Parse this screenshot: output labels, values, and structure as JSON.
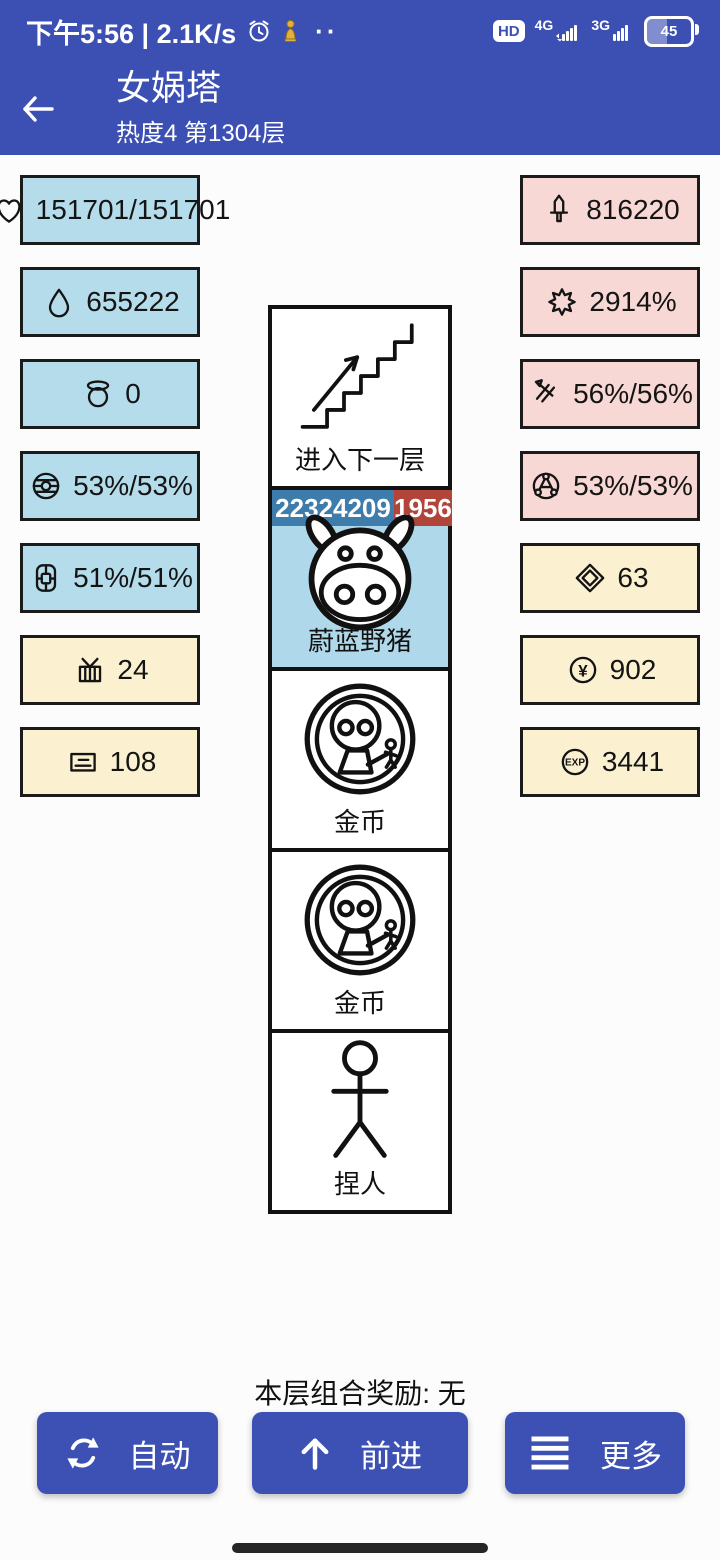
{
  "colors": {
    "blue": "#3C50B4",
    "btn-blue": "#3D51B5",
    "box-blue": "#B5DCEB",
    "box-pink": "#F8D8D5",
    "box-yellow": "#FBF1D1",
    "cell-blue": "#AFD9EA",
    "badge-blue": "#3E7CAB",
    "badge-red": "#B2453A"
  },
  "status_bar": {
    "time": "下午5:56 | 2.1K/s",
    "dots": "··",
    "hd_label": "HD",
    "net1_label": "4G",
    "net2_label": "3G",
    "battery_percent": "45"
  },
  "header": {
    "title": "女娲塔",
    "subtitle": "热度4 第1304层"
  },
  "left_stats": [
    {
      "icon": "heart-icon",
      "value": "151701/151701"
    },
    {
      "icon": "droplet-icon",
      "value": "655222"
    },
    {
      "icon": "halo-head-icon",
      "value": "0"
    },
    {
      "icon": "pokeball-icon",
      "value": "53%/53%"
    },
    {
      "icon": "armor-icon",
      "value": "51%/51%"
    },
    {
      "icon": "gift-icon",
      "value": "24"
    },
    {
      "icon": "card-icon",
      "value": "108"
    }
  ],
  "right_stats": [
    {
      "icon": "sword-icon",
      "value": "816220"
    },
    {
      "icon": "burst-icon",
      "value": "2914%"
    },
    {
      "icon": "strike-icon",
      "value": "56%/56%"
    },
    {
      "icon": "molecule-icon",
      "value": "53%/53%"
    },
    {
      "icon": "diamond-icon",
      "value": "63"
    },
    {
      "icon": "yen-icon",
      "value": "902"
    },
    {
      "icon": "exp-icon",
      "value": "3441"
    }
  ],
  "map": {
    "cells": [
      {
        "type": "stairs",
        "label": "进入下一层"
      },
      {
        "type": "monster",
        "label": "蔚蓝野猪",
        "hp": "22324209",
        "atk": "1956"
      },
      {
        "type": "coin",
        "label": "金币"
      },
      {
        "type": "coin",
        "label": "金币"
      },
      {
        "type": "person",
        "label": "捏人"
      }
    ]
  },
  "icons": {
    "yen": "¥",
    "exp": "EXP"
  },
  "footer": {
    "reward_text": "本层组合奖励: 无",
    "buttons": [
      {
        "label": "自动"
      },
      {
        "label": "前进"
      },
      {
        "label": "更多"
      }
    ]
  }
}
